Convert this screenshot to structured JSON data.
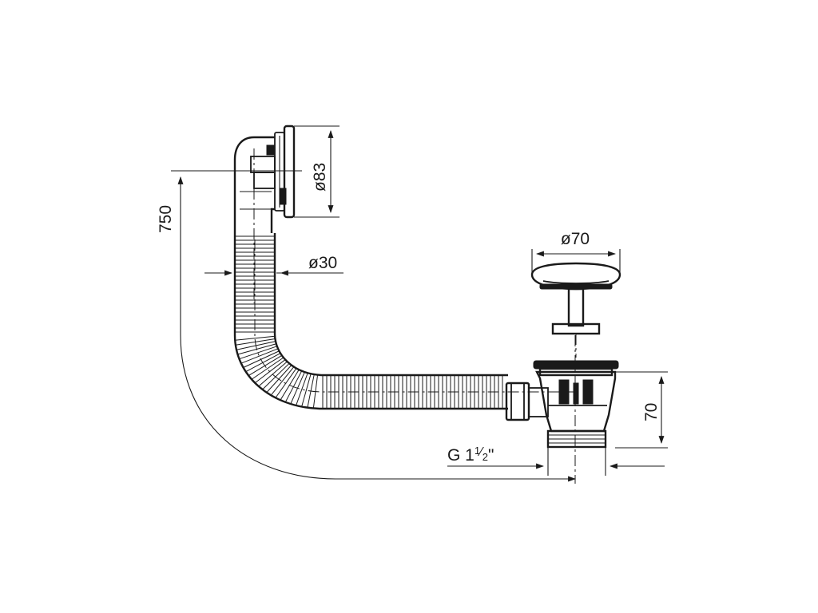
{
  "dimensions": {
    "height_total": "750",
    "overflow_diameter": "ø83",
    "hose_diameter": "ø30",
    "plug_diameter": "ø70",
    "waste_height": "70",
    "thread": "G 1",
    "thread_fraction_num": "1",
    "thread_fraction_den": "2",
    "thread_suffix": "\""
  }
}
